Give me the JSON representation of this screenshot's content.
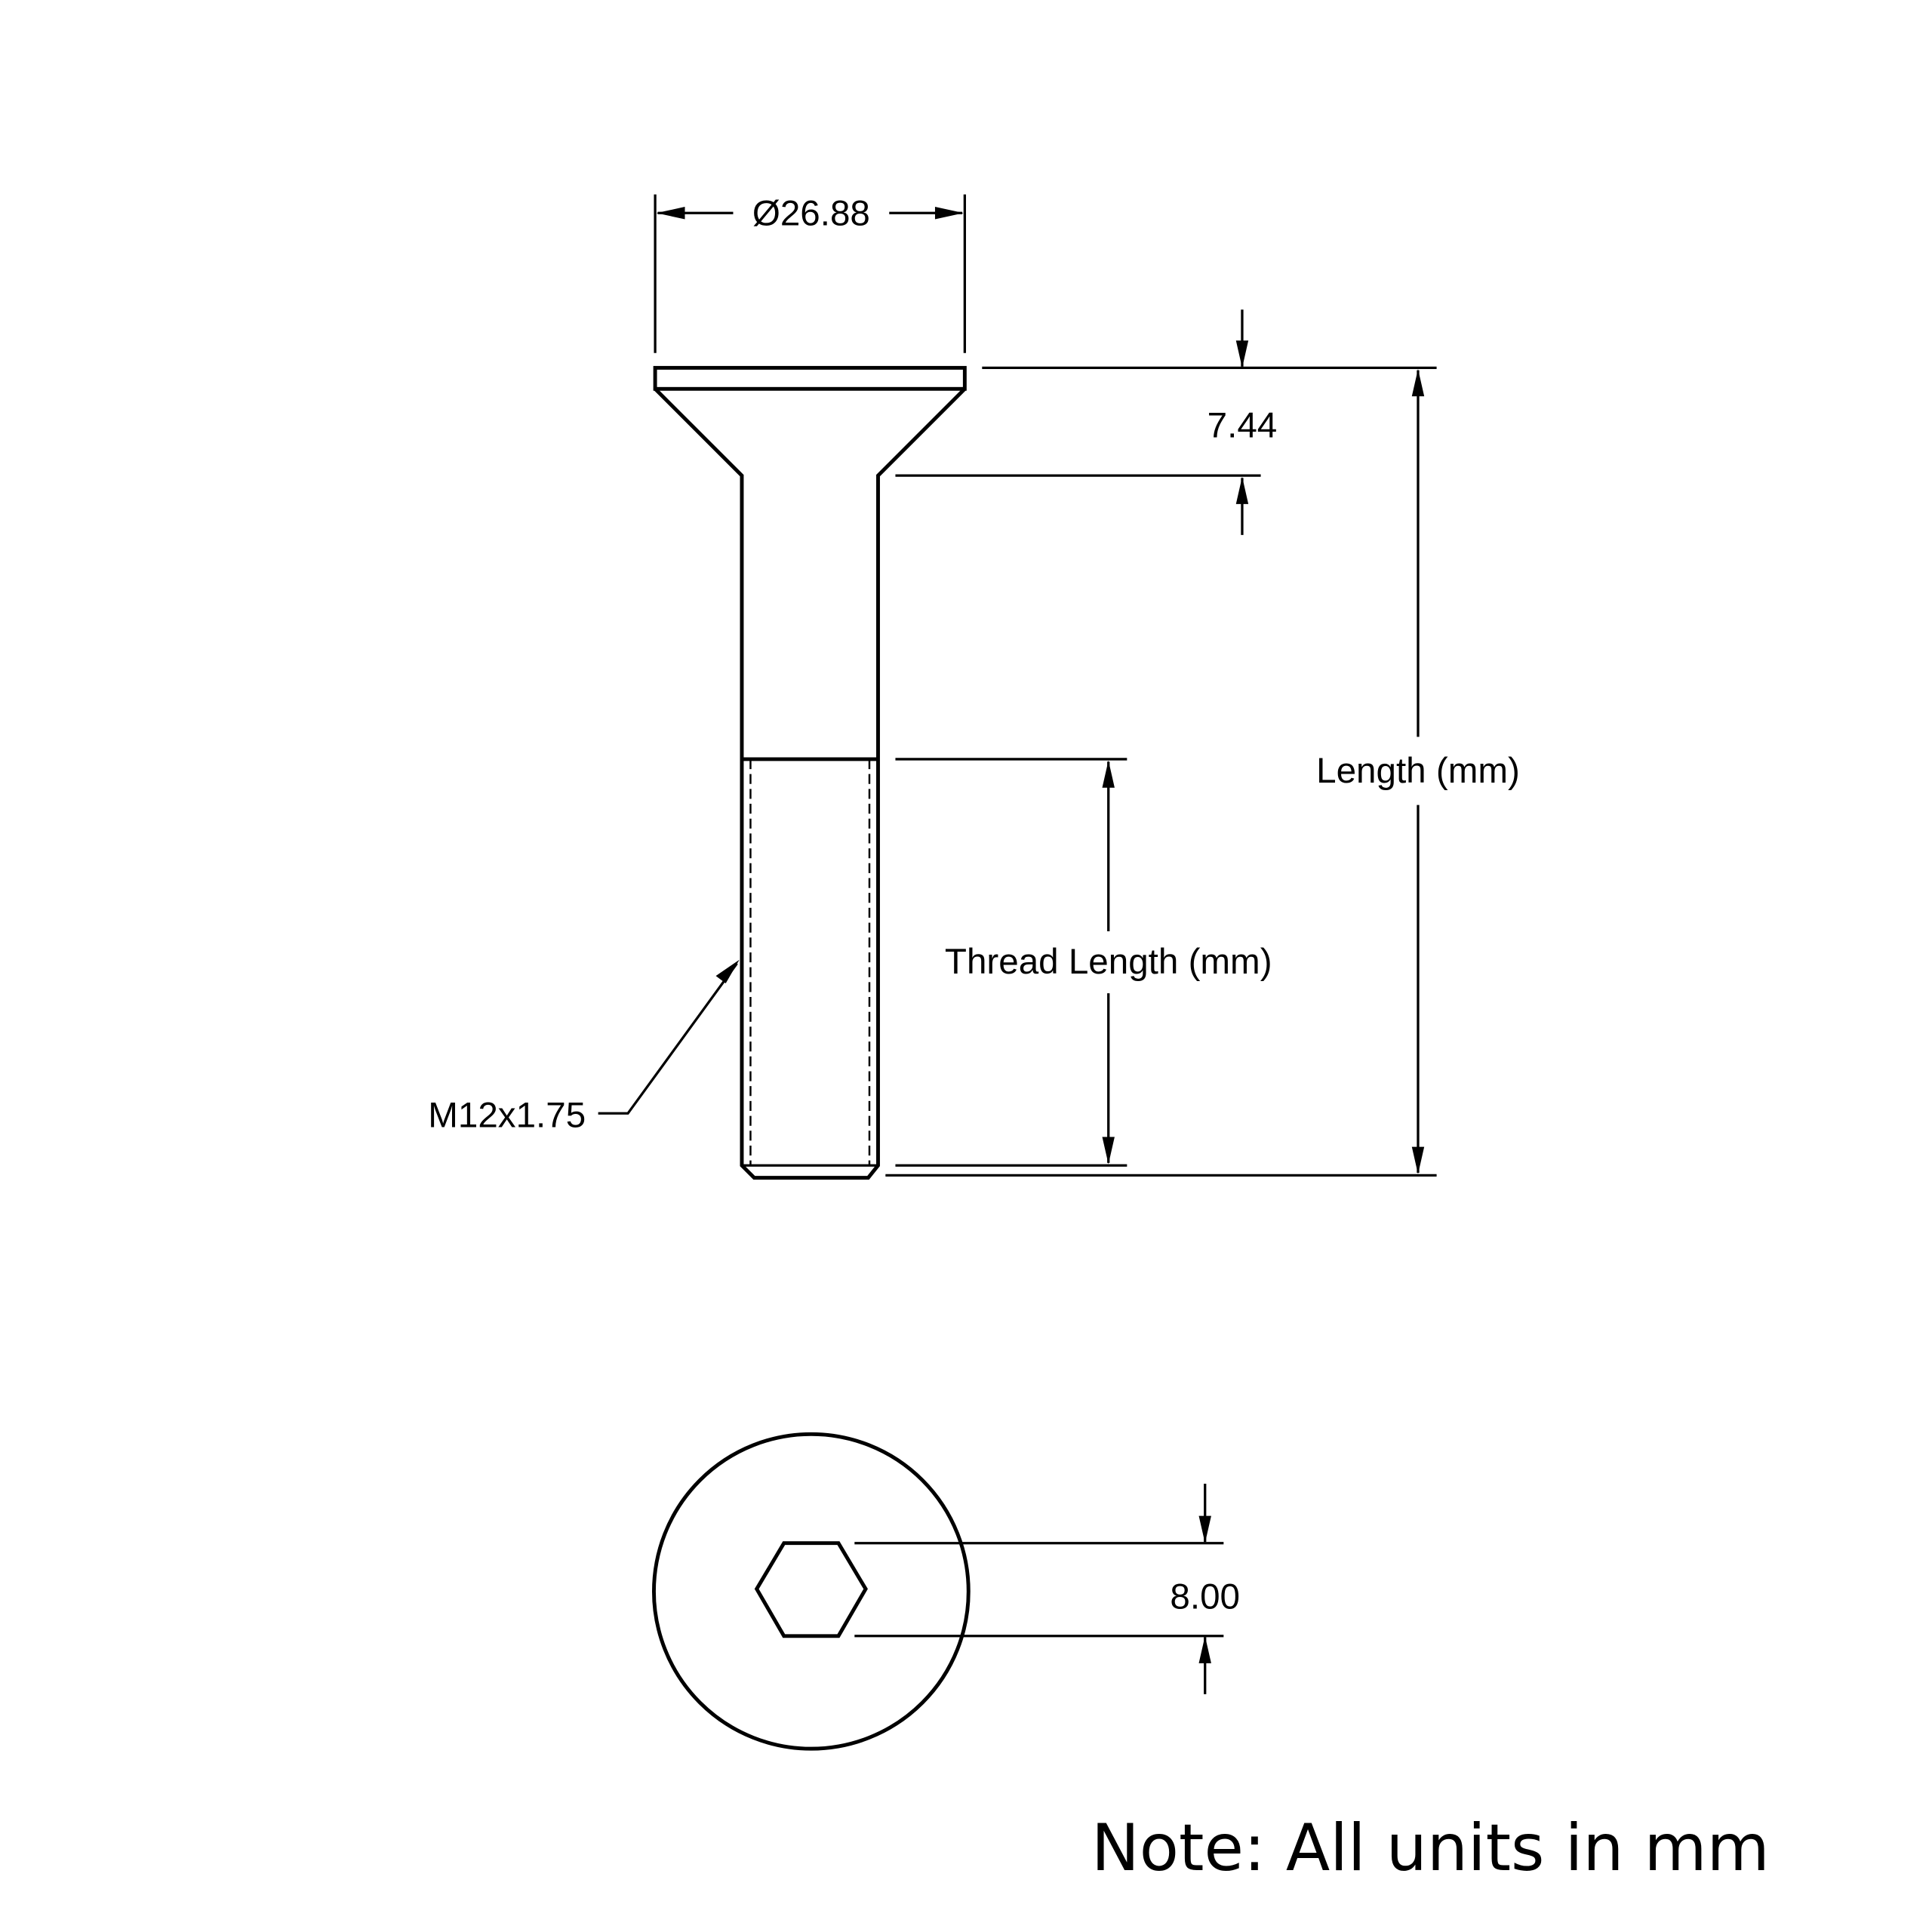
{
  "drawing": {
    "head_diameter": "Ø26.88",
    "head_height": "7.44",
    "overall_length": "Length (mm)",
    "thread_length": "Thread Length (mm)",
    "thread_spec": "M12x1.75",
    "hex_size": "8.00",
    "note": "Note: All units in mm"
  }
}
